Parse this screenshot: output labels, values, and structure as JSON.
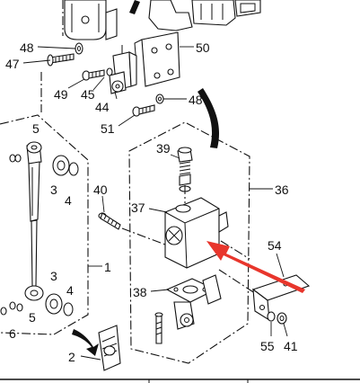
{
  "labels": {
    "l1": "1",
    "l2": "2",
    "l3a": "3",
    "l3b": "3",
    "l4a": "4",
    "l4b": "4",
    "l5a": "5",
    "l5b": "5",
    "l6": "6",
    "l36": "36",
    "l37": "37",
    "l38": "38",
    "l39": "39",
    "l40": "40",
    "l41": "41",
    "l44": "44",
    "l45": "45",
    "l47": "47",
    "l48a": "48",
    "l48b": "48",
    "l49": "49",
    "l50": "50",
    "l51": "51",
    "l54": "54",
    "l55": "55"
  },
  "colors": {
    "ink": "#111111",
    "highlight_arrow": "#e8362c",
    "background": "#ffffff"
  }
}
